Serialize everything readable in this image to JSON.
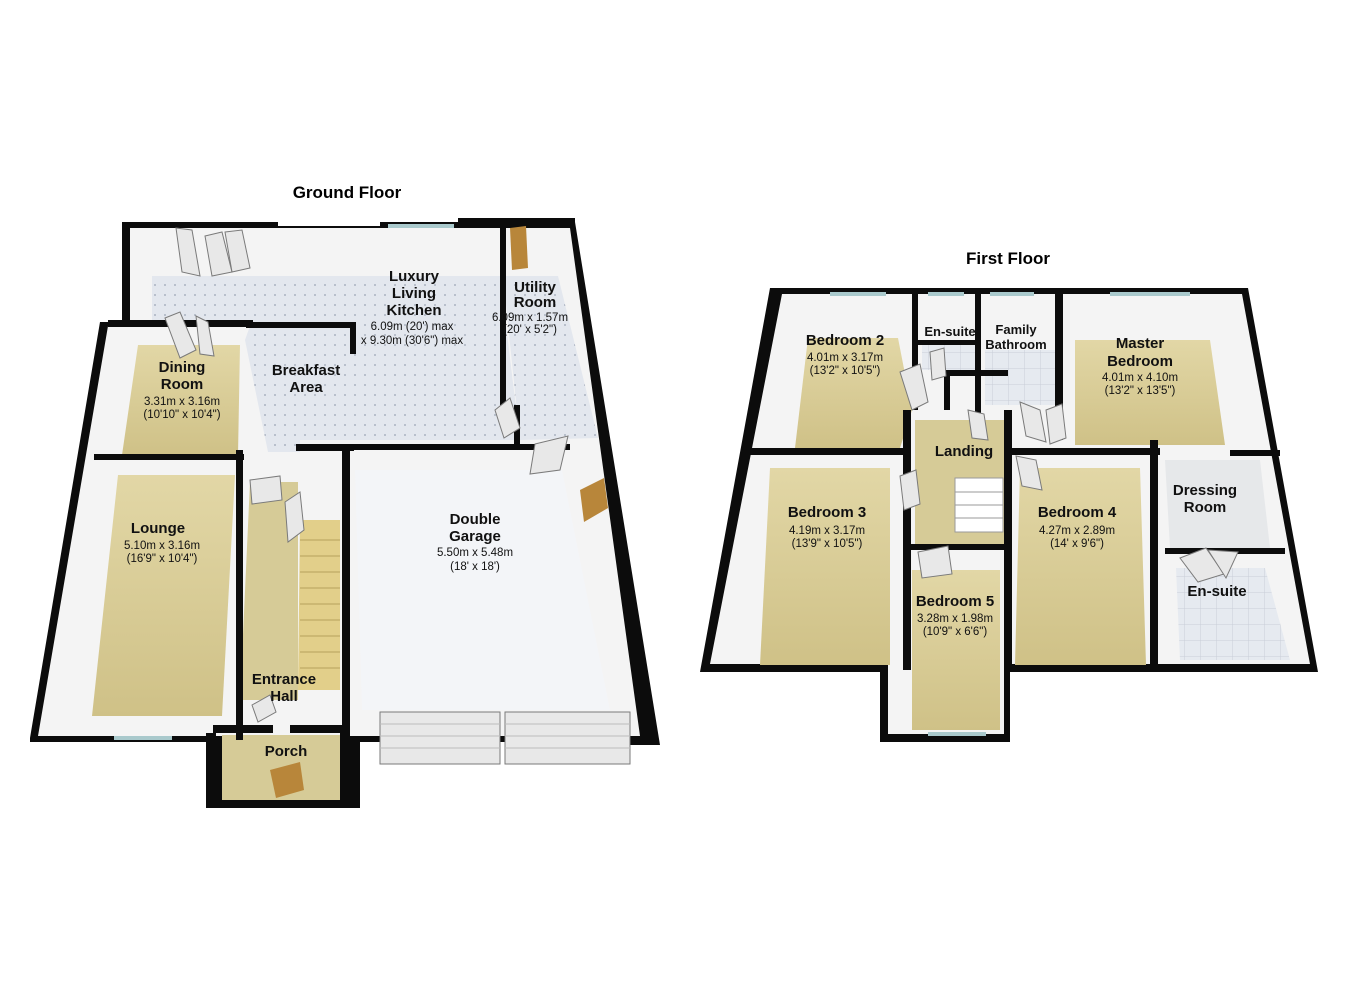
{
  "floors": [
    {
      "title": "Ground Floor",
      "rooms": [
        {
          "id": "lounge",
          "lines": [
            "Lounge"
          ],
          "dims": [
            "5.10m x 3.16m",
            "(16'9\" x 10'4\")"
          ]
        },
        {
          "id": "dining",
          "lines": [
            "Dining",
            "Room"
          ],
          "dims": [
            "3.31m x 3.16m",
            "(10'10\" x 10'4\")"
          ]
        },
        {
          "id": "kitchen",
          "lines": [
            "Luxury",
            "Living",
            "Kitchen"
          ],
          "dims": [
            "6.09m (20') max",
            "x 9.30m (30'6\") max"
          ]
        },
        {
          "id": "breakfast",
          "lines": [
            "Breakfast",
            "Area"
          ],
          "dims": []
        },
        {
          "id": "utility",
          "lines": [
            "Utility",
            "Room"
          ],
          "dims": [
            "6.09m x 1.57m",
            "(20' x 5'2\")"
          ]
        },
        {
          "id": "garage",
          "lines": [
            "Double",
            "Garage"
          ],
          "dims": [
            "5.50m x 5.48m",
            "(18' x 18')"
          ]
        },
        {
          "id": "hall",
          "lines": [
            "Entrance",
            "Hall"
          ],
          "dims": []
        },
        {
          "id": "porch",
          "lines": [
            "Porch"
          ],
          "dims": []
        }
      ]
    },
    {
      "title": "First Floor",
      "rooms": [
        {
          "id": "bed2",
          "lines": [
            "Bedroom 2"
          ],
          "dims": [
            "4.01m x 3.17m",
            "(13'2\" x 10'5\")"
          ]
        },
        {
          "id": "ensuite1",
          "lines": [
            "En-suite"
          ],
          "dims": []
        },
        {
          "id": "bathroom",
          "lines": [
            "Family",
            "Bathroom"
          ],
          "dims": []
        },
        {
          "id": "master",
          "lines": [
            "Master",
            "Bedroom"
          ],
          "dims": [
            "4.01m x 4.10m",
            "(13'2\" x 13'5\")"
          ]
        },
        {
          "id": "landing",
          "lines": [
            "Landing"
          ],
          "dims": []
        },
        {
          "id": "bed3",
          "lines": [
            "Bedroom 3"
          ],
          "dims": [
            "4.19m x 3.17m",
            "(13'9\" x 10'5\")"
          ]
        },
        {
          "id": "bed4",
          "lines": [
            "Bedroom 4"
          ],
          "dims": [
            "4.27m x 2.89m",
            "(14' x 9'6\")"
          ]
        },
        {
          "id": "dressing",
          "lines": [
            "Dressing",
            "Room"
          ],
          "dims": []
        },
        {
          "id": "bed5",
          "lines": [
            "Bedroom 5"
          ],
          "dims": [
            "3.28m x 1.98m",
            "(10'9\" x 6'6\")"
          ]
        },
        {
          "id": "ensuite2",
          "lines": [
            "En-suite"
          ],
          "dims": []
        }
      ]
    }
  ],
  "colors": {
    "wall": "#0c0c0c",
    "wall_face": "#f4f4f4",
    "carpet": "#d9cd98",
    "tile": "#e4e8ef",
    "garage_floor": "#f3f5f8",
    "window": "#a9c9cc",
    "door": "#e8e8e8",
    "wood_door": "#b8863a"
  }
}
